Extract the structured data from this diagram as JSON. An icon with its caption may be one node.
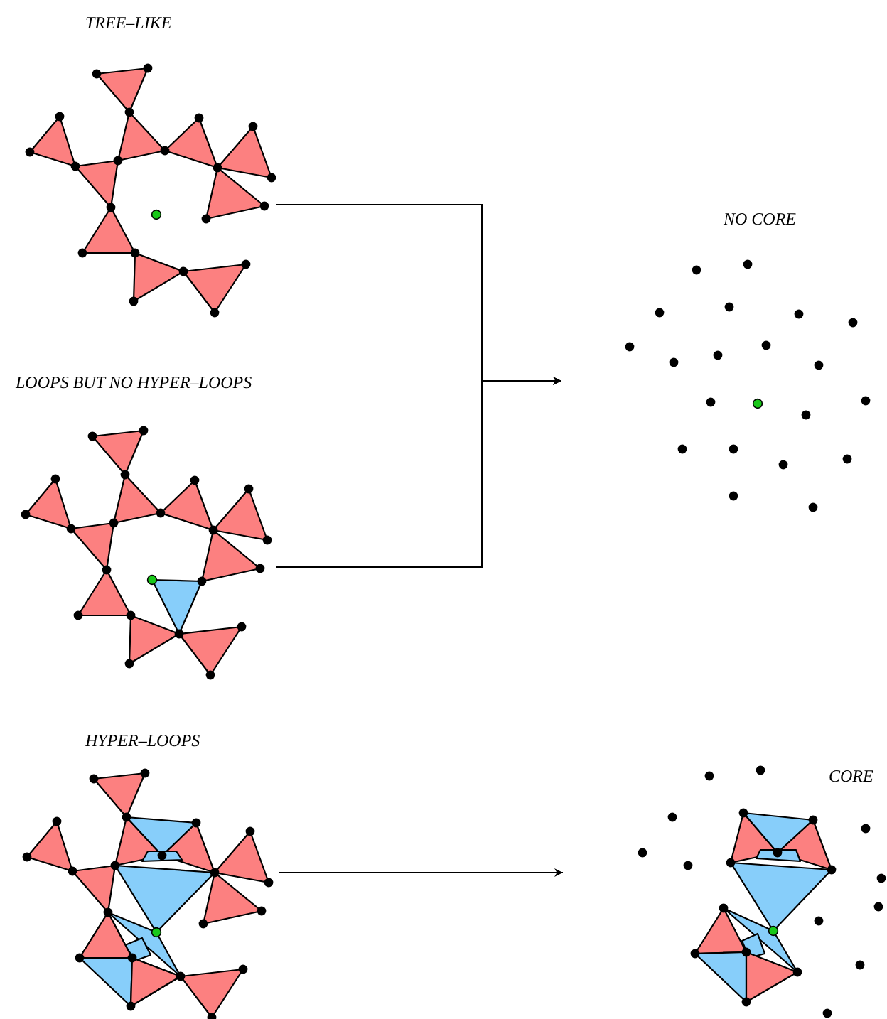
{
  "diagram": {
    "nodes": [
      {
        "text": [
          "TREE–LIKE"
        ]
      },
      {
        "text": [
          "LOOPS BUT NO HYPER–LOOPS"
        ]
      },
      {
        "text": [
          "HYPER–LOOPS"
        ]
      },
      {
        "text": [
          "NO CORE"
        ]
      },
      {
        "text": [
          "CORE"
        ]
      }
    ],
    "edges": [
      {
        "from": 0,
        "to": 3,
        "arrow": "to"
      },
      {
        "from": 1,
        "to": 3,
        "arrow": "to"
      },
      {
        "from": 2,
        "to": 4,
        "arrow": "to"
      }
    ]
  }
}
